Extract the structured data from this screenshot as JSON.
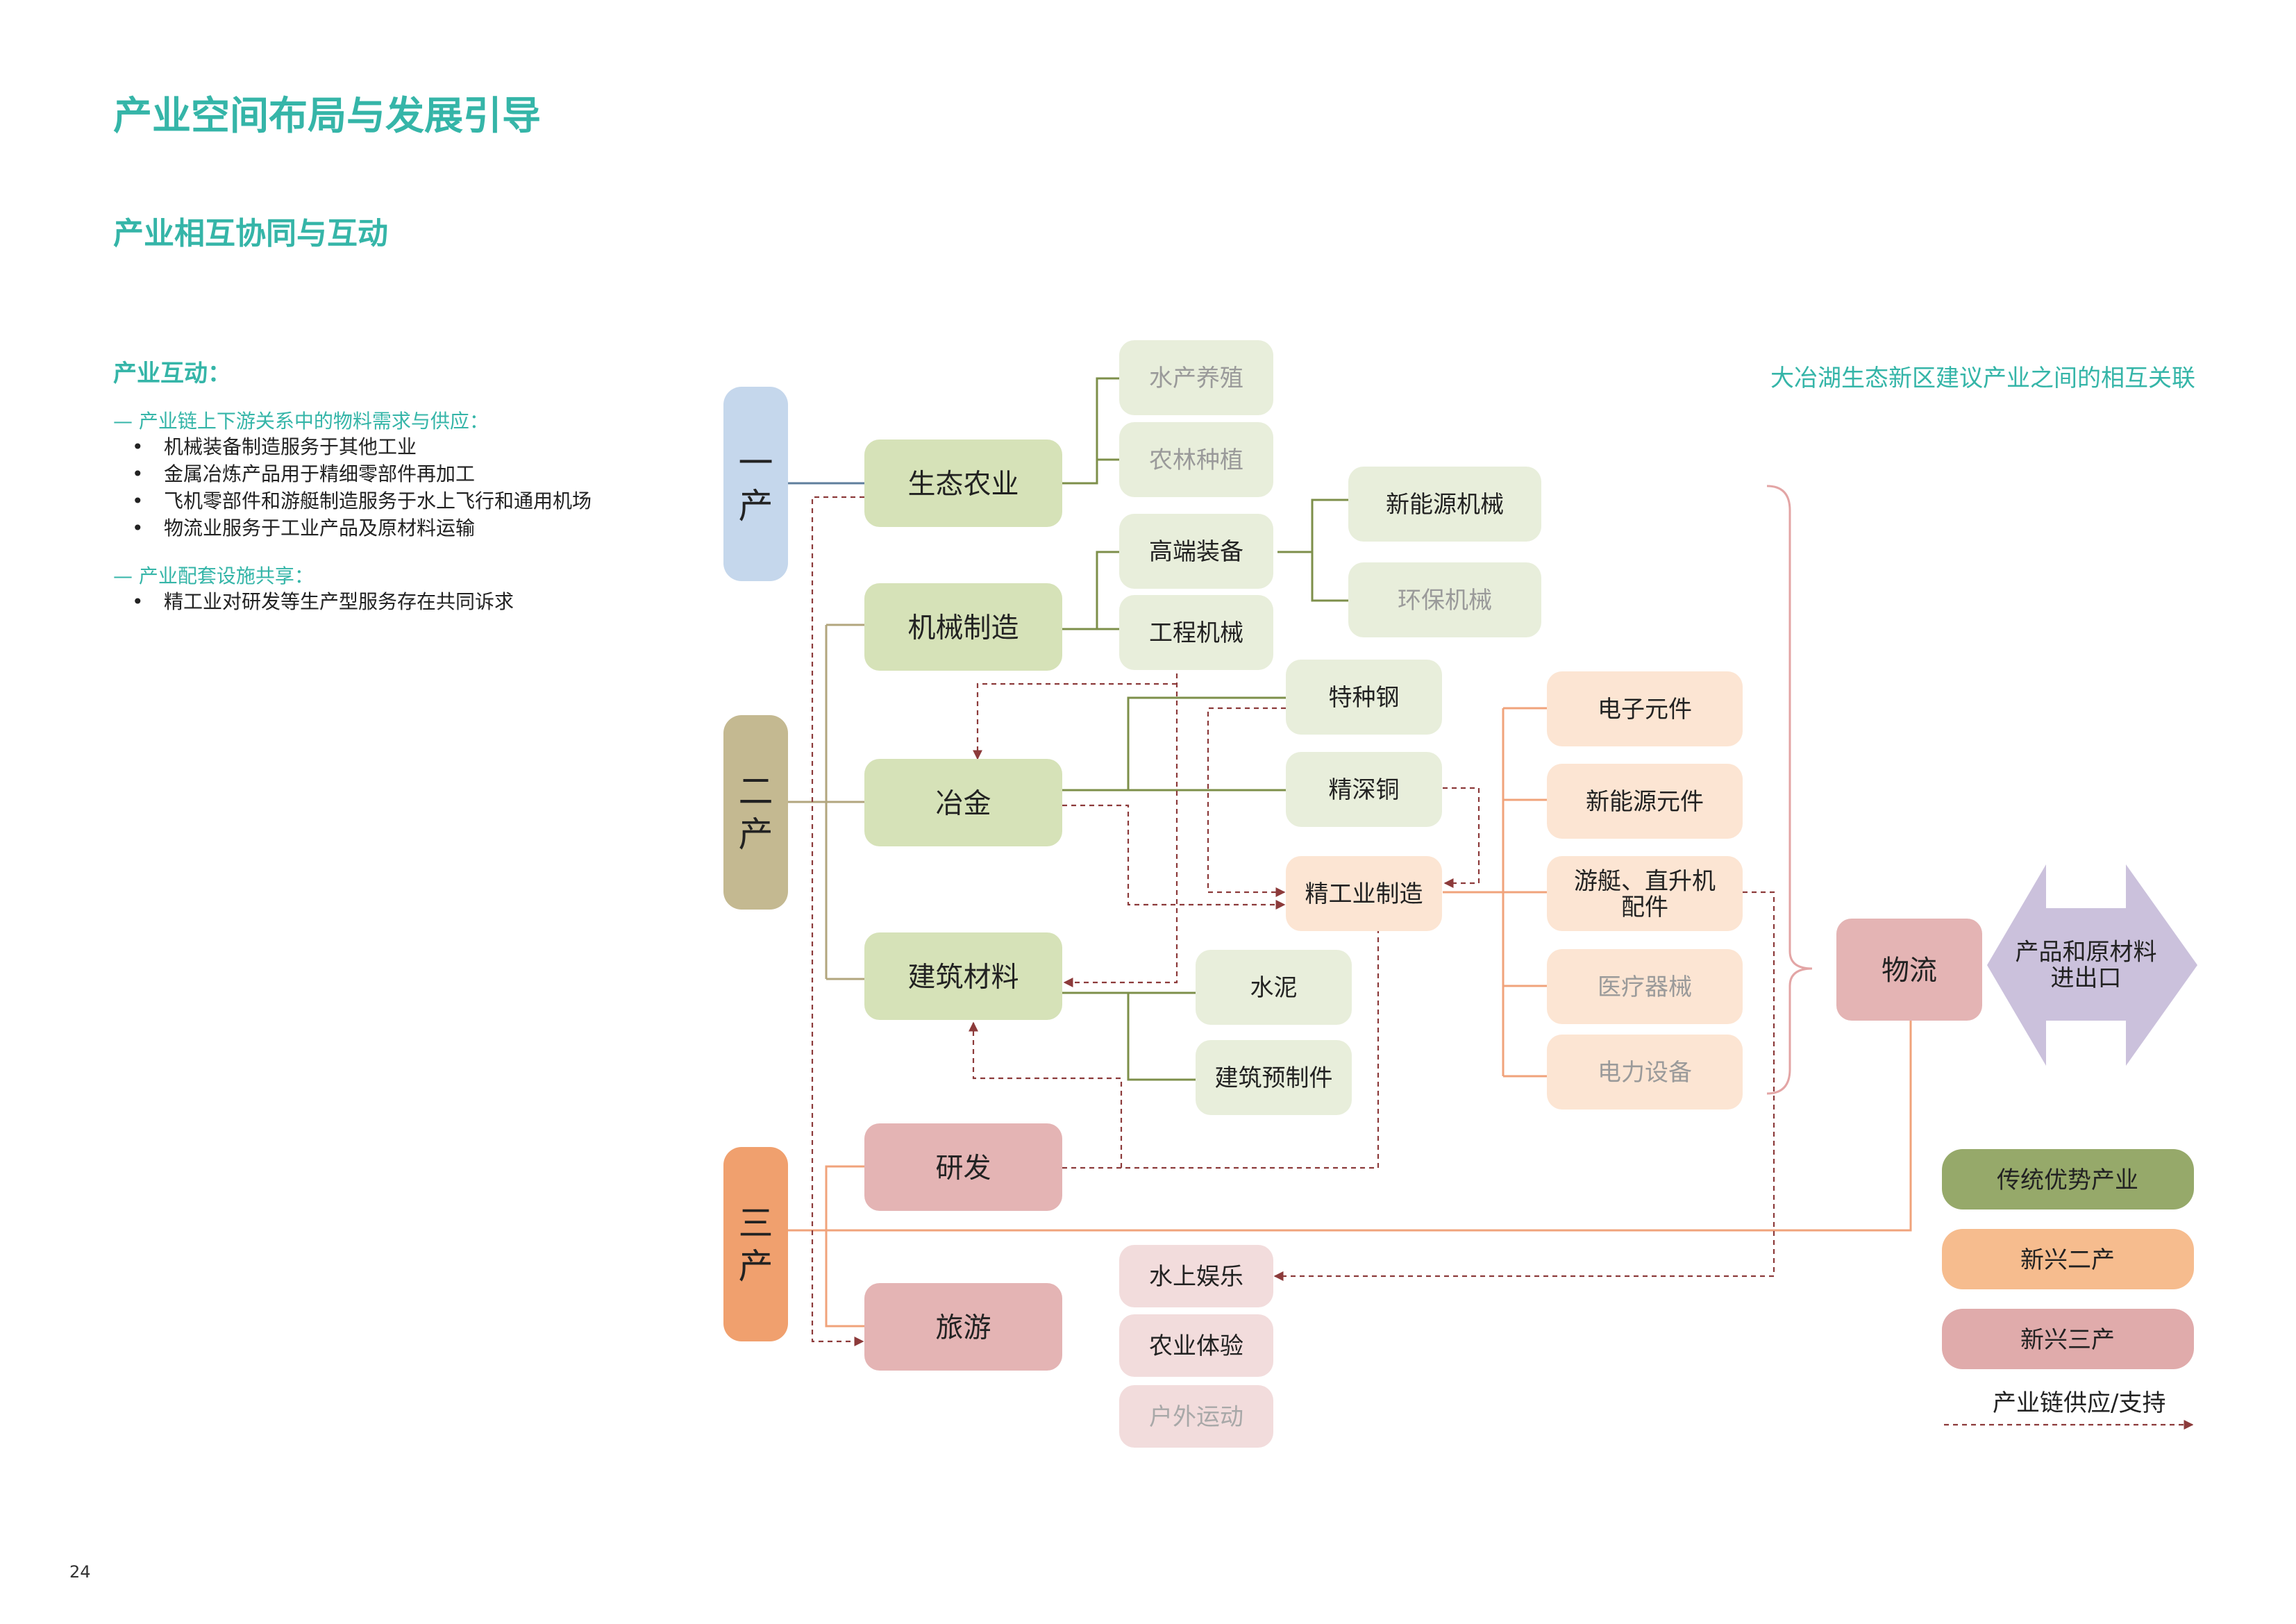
{
  "page": {
    "title": "产业空间布局与发展引导",
    "subtitle": "产业相互协同与互动",
    "page_number": "24"
  },
  "interaction": {
    "heading": "产业互动：",
    "sections": [
      {
        "head": "— 产业链上下游关系中的物料需求与供应：",
        "items": [
          "机械装备制造服务于其他工业",
          "金属冶炼产品用于精细零部件再加工",
          "飞机零部件和游艇制造服务于水上飞行和通用机场",
          "物流业服务于工业产品及原材料运输"
        ]
      },
      {
        "head": "— 产业配套设施共享：",
        "items": [
          "精工业对研发等生产型服务存在共同诉求"
        ]
      }
    ]
  },
  "diagram": {
    "caption": "大冶湖生态新区建议产业之间的相互关联",
    "sectors": [
      {
        "id": "s1",
        "label": "一产",
        "color": "#c5d7ec"
      },
      {
        "id": "s2",
        "label": "二产",
        "color": "#c4b991"
      },
      {
        "id": "s3",
        "label": "三产",
        "color": "#f0a06e"
      }
    ],
    "nodes": [
      {
        "id": "ecoagri",
        "label": "生态农业",
        "style": "trad"
      },
      {
        "id": "mach",
        "label": "机械制造",
        "style": "trad"
      },
      {
        "id": "metal",
        "label": "冶金",
        "style": "trad"
      },
      {
        "id": "build",
        "label": "建筑材料",
        "style": "trad"
      },
      {
        "id": "rd",
        "label": "研发",
        "style": "tert"
      },
      {
        "id": "tour",
        "label": "旅游",
        "style": "tert"
      },
      {
        "id": "aqua",
        "label": "水产养殖",
        "style": "trad-light-faded"
      },
      {
        "id": "forest",
        "label": "农林种植",
        "style": "trad-light-faded"
      },
      {
        "id": "highend",
        "label": "高端装备",
        "style": "trad-light"
      },
      {
        "id": "engmach",
        "label": "工程机械",
        "style": "trad-light"
      },
      {
        "id": "newenergy",
        "label": "新能源机械",
        "style": "trad-light"
      },
      {
        "id": "envmach",
        "label": "环保机械",
        "style": "trad-light-faded"
      },
      {
        "id": "steel",
        "label": "特种钢",
        "style": "trad-light"
      },
      {
        "id": "copper",
        "label": "精深铜",
        "style": "trad-light"
      },
      {
        "id": "precision",
        "label": "精工业制造",
        "style": "new2-light"
      },
      {
        "id": "cement",
        "label": "水泥",
        "style": "trad-light"
      },
      {
        "id": "prefab",
        "label": "建筑预制件",
        "style": "trad-light"
      },
      {
        "id": "electronic",
        "label": "电子元件",
        "style": "new2-light"
      },
      {
        "id": "newcomp",
        "label": "新能源元件",
        "style": "new2-light"
      },
      {
        "id": "yacht",
        "label": "游艇、直升机配件",
        "lines": [
          "游艇、直升机",
          "配件"
        ],
        "style": "new2-light"
      },
      {
        "id": "medical",
        "label": "医疗器械",
        "style": "new2-light-faded"
      },
      {
        "id": "power",
        "label": "电力设备",
        "style": "new2-light-faded"
      },
      {
        "id": "water",
        "label": "水上娱乐",
        "style": "tert-light"
      },
      {
        "id": "agriexp",
        "label": "农业体验",
        "style": "tert-light"
      },
      {
        "id": "outdoor",
        "label": "户外运动",
        "style": "tert-light-faded"
      },
      {
        "id": "logistics",
        "label": "物流",
        "style": "tert"
      },
      {
        "id": "trade",
        "label": "产品和原材料进出口",
        "lines": [
          "产品和原材料",
          "进出口"
        ],
        "style": "trade"
      }
    ],
    "legend": [
      {
        "label": "传统优势产业",
        "color": "#96a96a"
      },
      {
        "label": "新兴二产",
        "color": "#f6bc8e"
      },
      {
        "label": "新兴三产",
        "color": "#e0abab"
      }
    ],
    "legend_arrow_label": "产业链供应/支持",
    "colors": {
      "trad": "#d6e2b8",
      "trad_light": "#e8eedb",
      "new2_light": "#fce5d3",
      "tert": "#e4b4b4",
      "tert_light": "#f2dcdc",
      "trade": "#cbc1dc",
      "line_green": "#7d8f4a",
      "line_orange": "#f0a37b",
      "line_blue": "#5f7e9c",
      "arrow_dashed": "#8c3a3a",
      "brace": "#e3a5a5"
    }
  }
}
